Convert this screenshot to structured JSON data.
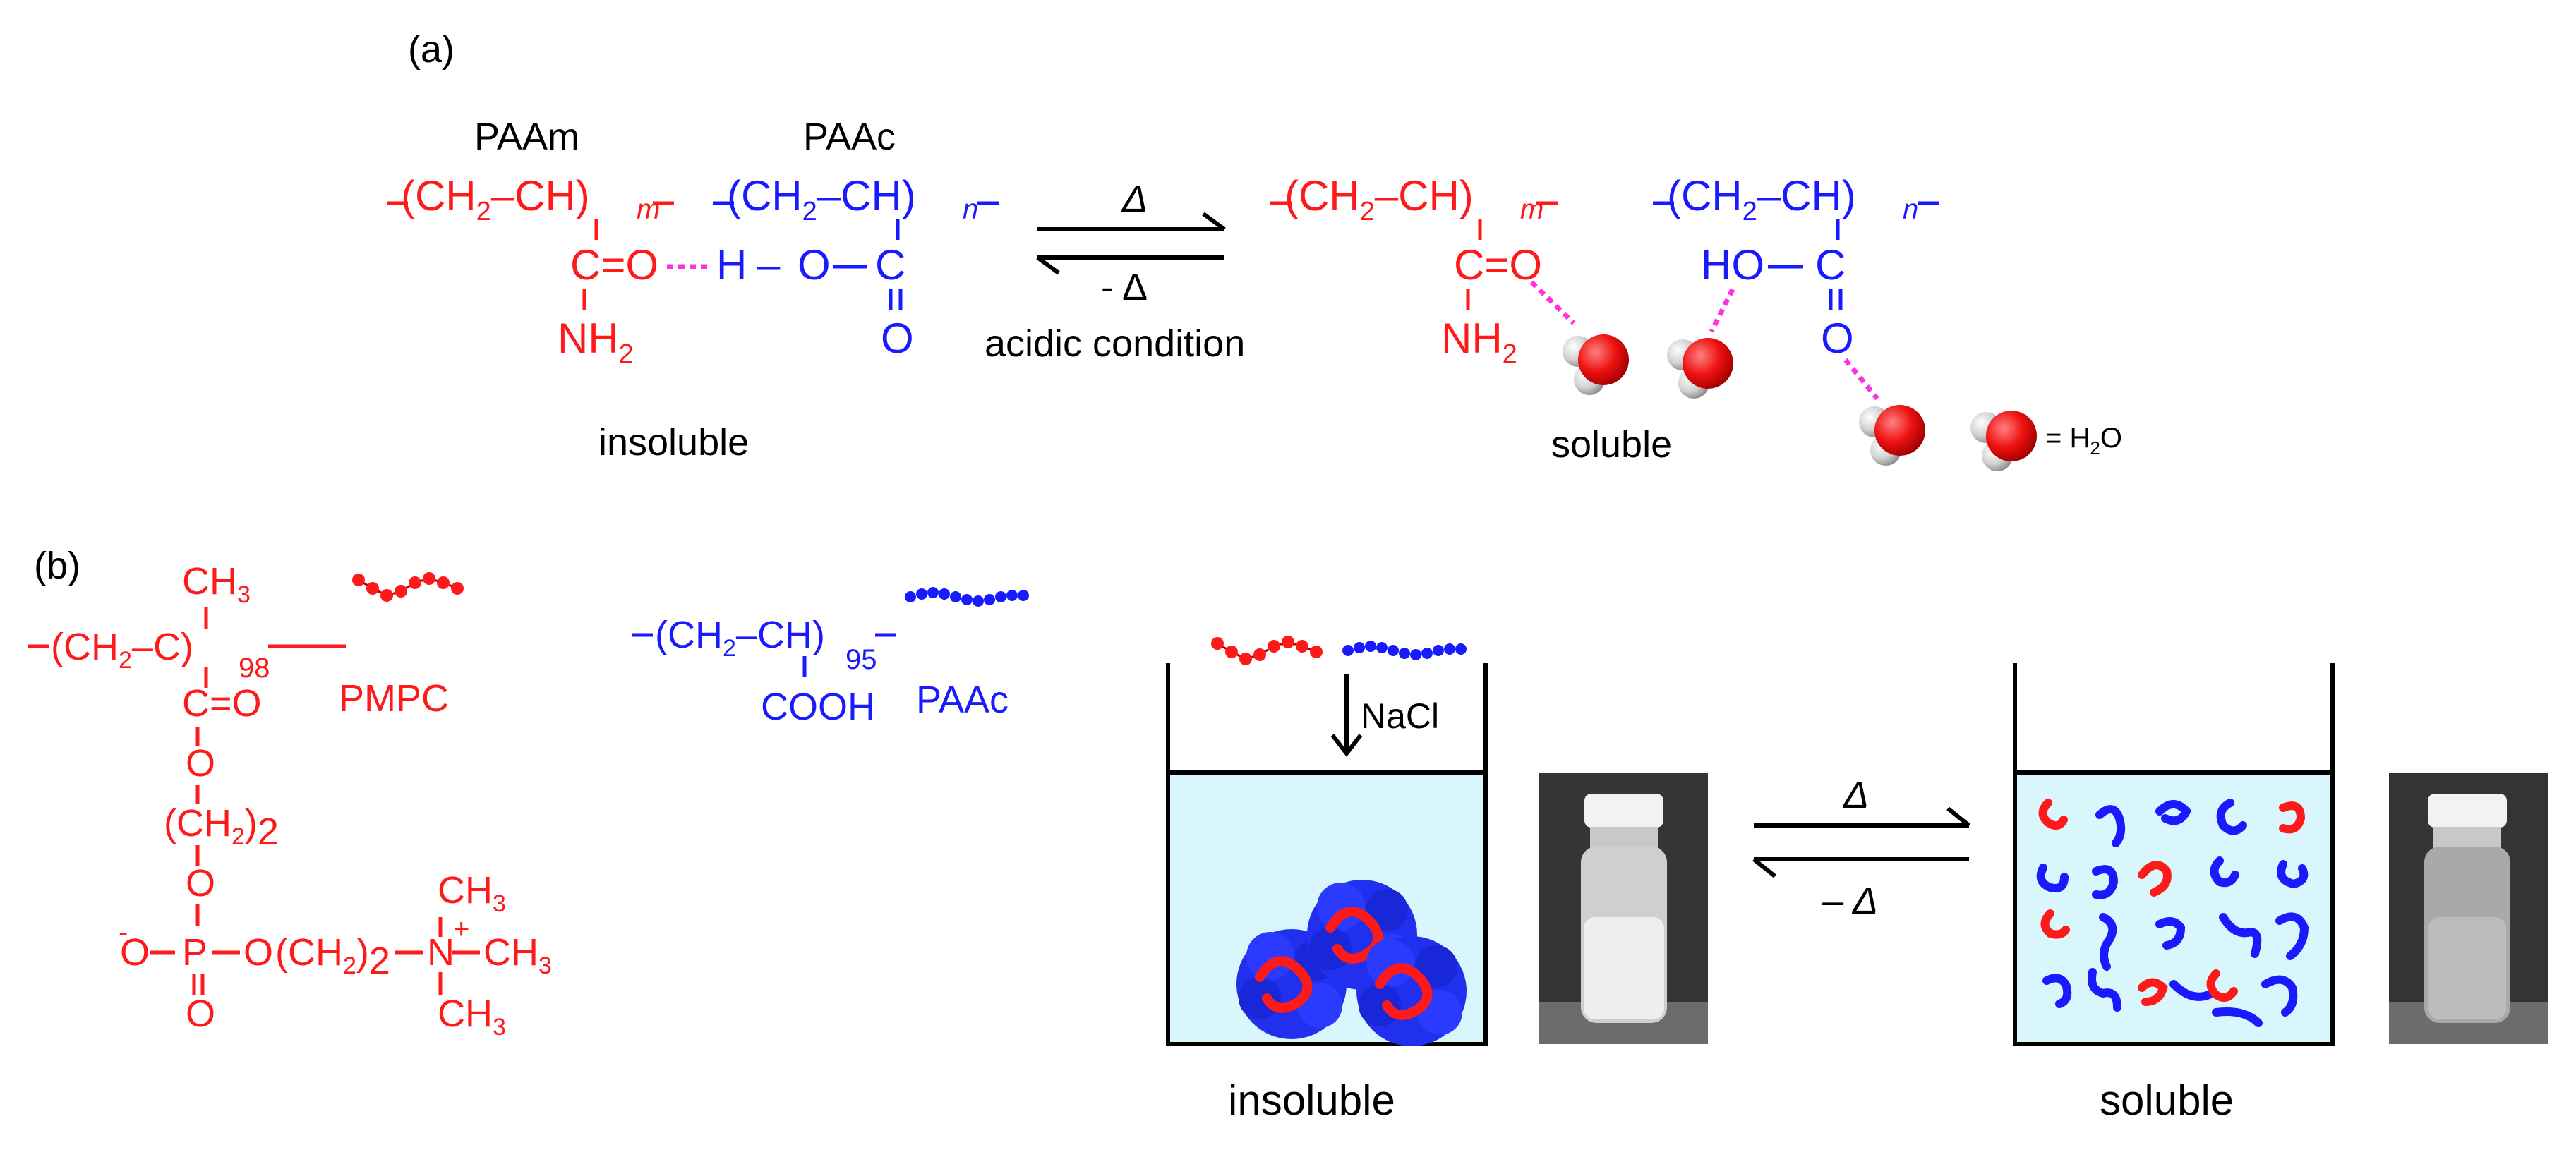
{
  "panel_a": {
    "label": "(a)",
    "paam_name": "PAAm",
    "paac_name": "PAAc",
    "backbone": "(CH2–CH)",
    "backbone_main": "(CH",
    "backbone_sub": "2",
    "backbone_tail": "–CH)",
    "sub_m": "m",
    "sub_n": "n",
    "carbonyl": "C=O",
    "amide": "NH",
    "amide_sub": "2",
    "hydrogen": "H",
    "dash": "–",
    "oxygen": "O",
    "carbon": "C",
    "hydroxyl": "HO",
    "forward_label": "Δ",
    "reverse_label": "- Δ",
    "condition": "acidic condition",
    "state_left": "insoluble",
    "state_right": "soluble",
    "water_legend": "= H",
    "water_legend_sub": "2",
    "water_legend_tail": "O"
  },
  "panel_b": {
    "label": "(b)",
    "methyl": "CH",
    "methyl_sub": "3",
    "pmpc_backbone_a": "(CH",
    "pmpc_backbone_b": "2",
    "pmpc_backbone_c": "–C",
    "pmpc_backbone_d": ")",
    "pmpc_degree": "98",
    "pmpc_name": "PMPC",
    "carbonyl": "C=O",
    "oxygen": "O",
    "ethylene": "(CH",
    "ethylene_sub": "2",
    "ethylene_tail": ")",
    "ethylene_count": "2",
    "phosphate": "P",
    "o_minus": "O",
    "minus": "-",
    "plus": "+",
    "nitrogen": "N",
    "paac_backbone_a": "(CH",
    "paac_backbone_b": "2",
    "paac_backbone_c": "–CH",
    "paac_backbone_d": ")",
    "paac_degree": "95",
    "paac_acid": "COOH",
    "paac_name": "PAAc",
    "salt": "NaCl",
    "forward_label": "Δ",
    "reverse_label": "– Δ",
    "state_left": "insoluble",
    "state_right": "soluble"
  },
  "colors": {
    "paam_pmpc": "#ff1a1a",
    "paac": "#1a1aff",
    "hydrogen_bond": "#ff33dd",
    "solution": "#d8f6fb"
  }
}
